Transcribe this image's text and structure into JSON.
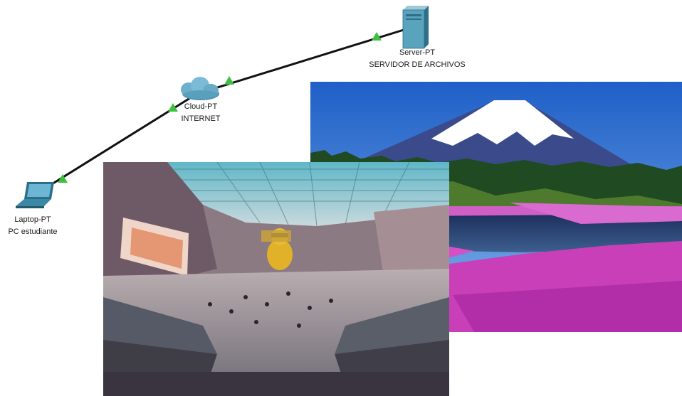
{
  "devices": [
    {
      "id": "server",
      "type_label": "Server-PT",
      "name_label": "SERVIDOR DE ARCHIVOS",
      "icon": "server-icon"
    },
    {
      "id": "cloud",
      "type_label": "Cloud-PT",
      "name_label": "INTERNET",
      "icon": "cloud-icon"
    },
    {
      "id": "laptop",
      "type_label": "Laptop-PT",
      "name_label": "PC estudiante",
      "icon": "laptop-icon"
    }
  ],
  "links": [
    {
      "from": "server",
      "to": "cloud",
      "status": "up",
      "color": "#111111"
    },
    {
      "from": "cloud",
      "to": "laptop",
      "status": "up",
      "color": "#111111"
    }
  ],
  "link_status_color": "#3fbf3f",
  "overlay_images": [
    {
      "name": "mount-fuji-flower-field-photo",
      "subject": "snow-capped mountain above a lake with pink moss phlox fields"
    },
    {
      "name": "airport-terminal-interior-photo",
      "subject": "terminal hall with escalators, glass roof and giant yellow teddy bear"
    }
  ]
}
